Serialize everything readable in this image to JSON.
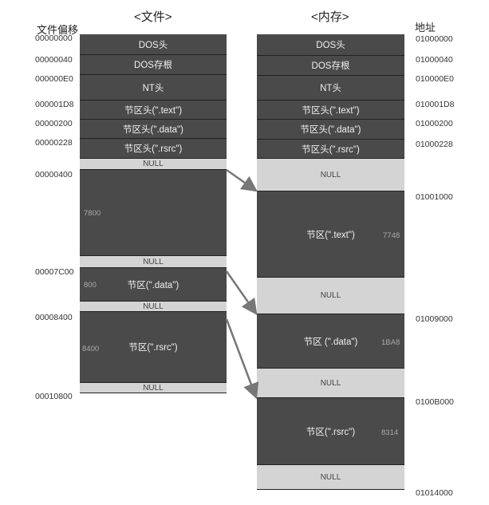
{
  "file_title": "<文件>",
  "mem_title": "<内存>",
  "file_offset_header": "文件偏移",
  "address_header": "地址",
  "file_blocks": [
    {
      "label": "DOS头",
      "type": "header"
    },
    {
      "label": "DOS存根",
      "type": "header"
    },
    {
      "label": "NT头",
      "type": "header"
    },
    {
      "label": "节区头(\".text\")",
      "type": "header"
    },
    {
      "label": "节区头(\".data\")",
      "type": "header"
    },
    {
      "label": "节区头(\".rsrc\")",
      "type": "header"
    },
    {
      "label": "NULL",
      "type": "null"
    },
    {
      "label": "",
      "size": "7800",
      "type": "section"
    },
    {
      "label": "NULL",
      "type": "null"
    },
    {
      "label": "节区(\".data\")",
      "size": "800",
      "type": "section"
    },
    {
      "label": "NULL",
      "type": "null"
    },
    {
      "label": "节区(\".rsrc\")",
      "size": "8400",
      "type": "section"
    },
    {
      "label": "NULL",
      "type": "null"
    }
  ],
  "mem_blocks": [
    {
      "label": "DOS头",
      "type": "header"
    },
    {
      "label": "DOS存根",
      "type": "header"
    },
    {
      "label": "NT头",
      "type": "header"
    },
    {
      "label": "节区头(\".text\")",
      "type": "header"
    },
    {
      "label": "节区头(\".data\")",
      "type": "header"
    },
    {
      "label": "节区头(\".rsrc\")",
      "type": "header"
    },
    {
      "label": "NULL",
      "type": "null"
    },
    {
      "label": "节区(\".text\")",
      "size": "7748",
      "type": "section"
    },
    {
      "label": "NULL",
      "type": "null"
    },
    {
      "label": "节区 (\".data\")",
      "size": "1BA8",
      "type": "section"
    },
    {
      "label": "NULL",
      "type": "null"
    },
    {
      "label": "节区(\".rsrc\")",
      "size": "8314",
      "type": "section"
    },
    {
      "label": "NULL",
      "type": "null"
    }
  ],
  "file_offsets": [
    "00000000",
    "00000040",
    "000000E0",
    "000001D8",
    "00000200",
    "00000228",
    "00000400",
    "00007C00",
    "00008400",
    "00010800"
  ],
  "mem_addresses": [
    "01000000",
    "01000040",
    "010000E0",
    "010001D8",
    "01000200",
    "01000228",
    "01001000",
    "01009000",
    "0100B000",
    "01014000"
  ],
  "colors": {
    "section": "#4a4a4a",
    "null": "#d4d4d4",
    "arrow": "#777777"
  }
}
